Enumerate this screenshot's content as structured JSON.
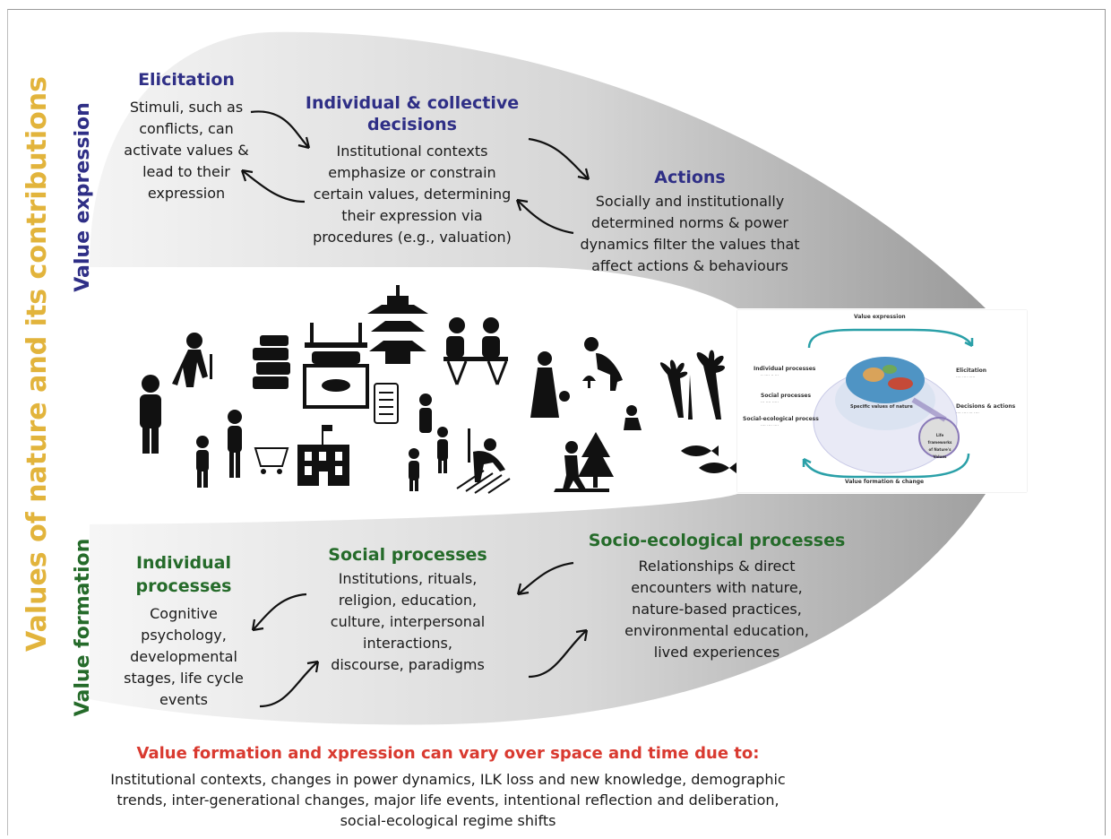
{
  "vertical_labels": {
    "main": "Values of nature and its contributions",
    "expression": "Value expression",
    "formation": "Value formation"
  },
  "expression": {
    "elicitation": {
      "title": "Elicitation",
      "text": [
        "Stimuli, such as",
        "conflicts, can",
        "activate values &",
        "lead to their",
        "expression"
      ]
    },
    "decisions": {
      "title": [
        "Individual & collective",
        "decisions"
      ],
      "text": [
        "Institutional contexts",
        "emphasize or constrain",
        "certain values, determining",
        "their expression via",
        "procedures (e.g., valuation)"
      ]
    },
    "actions": {
      "title": "Actions",
      "text": [
        "Socially and institutionally",
        "determined norms & power",
        "dynamics filter the values that",
        "affect actions & behaviours"
      ]
    }
  },
  "formation": {
    "individual": {
      "title": [
        "Individual",
        "processes"
      ],
      "text": [
        "Cognitive",
        "psychology,",
        "developmental",
        "stages, life cycle",
        "events"
      ]
    },
    "social": {
      "title": "Social processes",
      "text": [
        "Institutions, rituals,",
        "religion, education,",
        "culture, interpersonal",
        "interactions,",
        "discourse, paradigms"
      ]
    },
    "socio_ecological": {
      "title": "Socio-ecological processes",
      "text": [
        "Relationships & direct",
        "encounters with nature,",
        "nature-based practices,",
        "environmental education,",
        "lived experiences"
      ]
    }
  },
  "inset": {
    "top": "Value expression",
    "bottom": "Value formation & change",
    "left": [
      "Individual processes",
      "Social processes",
      "Social-ecological process"
    ],
    "right": [
      "Elicitation",
      "Decisions & actions"
    ],
    "center": "Specific values of nature",
    "side_label": "Life frameworks of Nature's Values"
  },
  "footer": {
    "title": "Value formation and xpression can vary over space and time due to:",
    "text": [
      "Institutional contexts, changes in power dynamics, ILK loss and new knowledge, demographic",
      "trends, inter-generational changes, major life events, intentional reflection and deliberation,",
      "social-ecological regime shifts"
    ]
  },
  "colors": {
    "blue": "#2f2f86",
    "green": "#256b2a",
    "gold": "#e2b43c",
    "red": "#d93a30"
  },
  "icons": [
    "person-standing-icon",
    "elderly-person-cane-icon",
    "books-icon",
    "shrine-altar-icon",
    "pagoda-icon",
    "people-dining-icon",
    "newspaper-icon",
    "woman-basket-icon",
    "person-foraging-icon",
    "palm-trees-icon",
    "child-icon",
    "shopper-cart-icon",
    "school-building-icon",
    "family-icon",
    "farmer-planting-icon",
    "hiker-tree-icon",
    "person-reading-icon",
    "fish-icon"
  ]
}
